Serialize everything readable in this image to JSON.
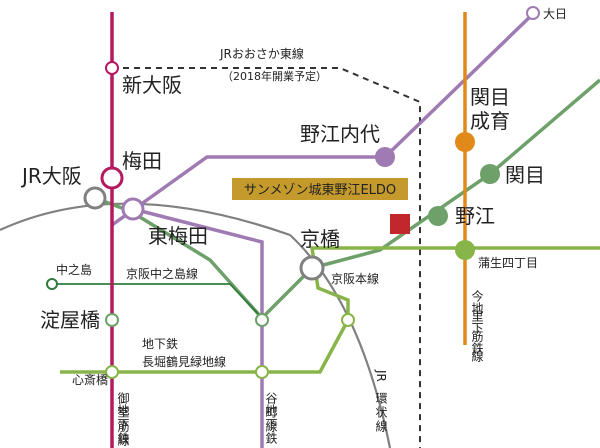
{
  "colors": {
    "midosuji": "#b5195f",
    "tanimachi": "#a07ab2",
    "imazatosuji": "#e18a1a",
    "nagahori": "#88b54a",
    "keihan": "#6ea06a",
    "keihan_nakanoshima": "#2f7d3e",
    "jr_loop": "#808080",
    "jr_east": "#333333",
    "property": "#c1272d",
    "banner": "#c49a2c"
  },
  "banner": {
    "text": "サンメゾン城東野江ELDO"
  },
  "jr_osaka_higashi": {
    "name": "JRおおさか東線",
    "note": "（2018年開業予定）"
  },
  "stations": {
    "daito": "大日",
    "shin_osaka": "新大阪",
    "sekime_seiiku": "関目\n成育",
    "noe_uchindai": "野江内代",
    "sekime": "関目",
    "umeda": "梅田",
    "jr_osaka": "JR大阪",
    "noe": "野江",
    "higashi_umeda": "東梅田",
    "kyobashi": "京橋",
    "gamo_yonchome": "蒲生四丁目",
    "nakanoshima": "中之島",
    "yodoyabashi": "淀屋橋",
    "shinsaibashi": "心斎橋"
  },
  "lines": {
    "keihan_nakanoshima": "京阪中之島線",
    "keihan_main": "京阪本線",
    "nagahori": "地下鉄\n長堀鶴見緑地線",
    "imazatosuji": "今里筋線",
    "midosuji": "御堂筋線",
    "tanimachi": "谷町線",
    "imazatosuji_prefix": "地下鉄",
    "midosuji_prefix": "地下鉄",
    "tanimachi_prefix": "地下鉄",
    "jr_loop": "JR環状線"
  }
}
